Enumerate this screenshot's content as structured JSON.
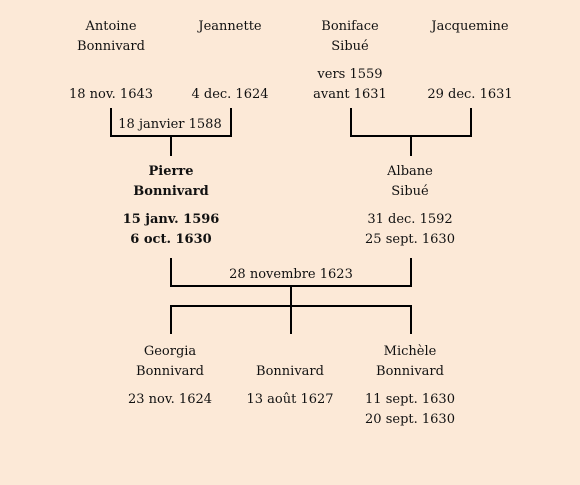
{
  "grandparents": {
    "antoine": {
      "first": "Antoine",
      "last": "Bonnivard",
      "date": "18 nov. 1643"
    },
    "jeannette": {
      "first": "Jeannette",
      "date": "4 dec. 1624"
    },
    "boniface": {
      "first": "Boniface",
      "last": "Sibué",
      "date1": "vers 1559",
      "date2": "avant 1631"
    },
    "jacquemine": {
      "first": "Jacquemine",
      "date": "29 dec. 1631"
    }
  },
  "marriage_paternal": "18 janvier 1588",
  "parents": {
    "pierre": {
      "first": "Pierre",
      "last": "Bonnivard",
      "birth": "15 janv. 1596",
      "death": "6 oct. 1630"
    },
    "albane": {
      "first": "Albane",
      "last": "Sibué",
      "birth": "31 dec. 1592",
      "death": "25 sept. 1630"
    }
  },
  "marriage_parents": "28 novembre 1623",
  "children": {
    "georgia": {
      "first": "Georgia",
      "last": "Bonnivard",
      "date": "23 nov. 1624"
    },
    "unnamed": {
      "last": "Bonnivard",
      "date": "13 août 1627"
    },
    "michele": {
      "first": "Michèle",
      "last": "Bonnivard",
      "date1": "11 sept. 1630",
      "date2": "20 sept. 1630"
    }
  }
}
